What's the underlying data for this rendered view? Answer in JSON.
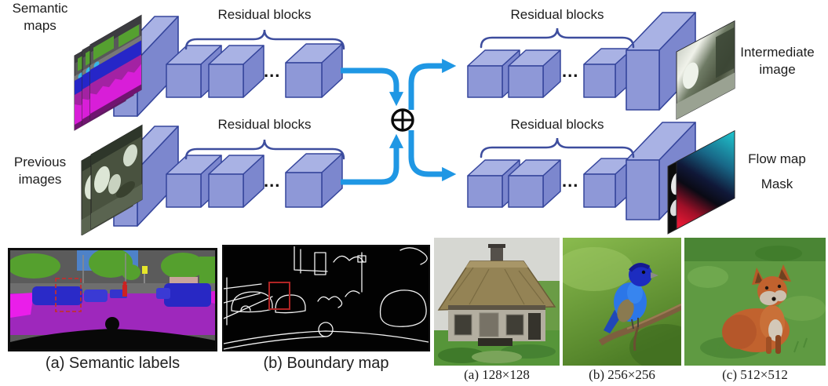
{
  "figure": {
    "architecture": {
      "inputs": {
        "semantic_maps": "Semantic maps",
        "previous_images": "Previous images"
      },
      "outputs": {
        "intermediate_image": "Intermediate image",
        "flow_map": "Flow map",
        "mask": "Mask"
      },
      "residual_blocks_label": "Residual blocks",
      "ellipsis": "...",
      "sum_icon": "circled-plus",
      "colors": {
        "block_front": "#8e98d7",
        "block_top": "#a9b2e4",
        "block_side": "#7c87ce",
        "block_outline": "#35459c",
        "arrow": "#1f97e4",
        "brace": "#3d4d9e"
      }
    },
    "panels": {
      "semantic_labels": {
        "caption": "(a) Semantic labels"
      },
      "boundary_map": {
        "caption": "(b) Boundary map"
      }
    },
    "samples": [
      {
        "caption": "(a) 128×128",
        "subject": "thatched cottage"
      },
      {
        "caption": "(b) 256×256",
        "subject": "blue bird on branch"
      },
      {
        "caption": "(c) 512×512",
        "subject": "red fox in grass"
      }
    ]
  }
}
